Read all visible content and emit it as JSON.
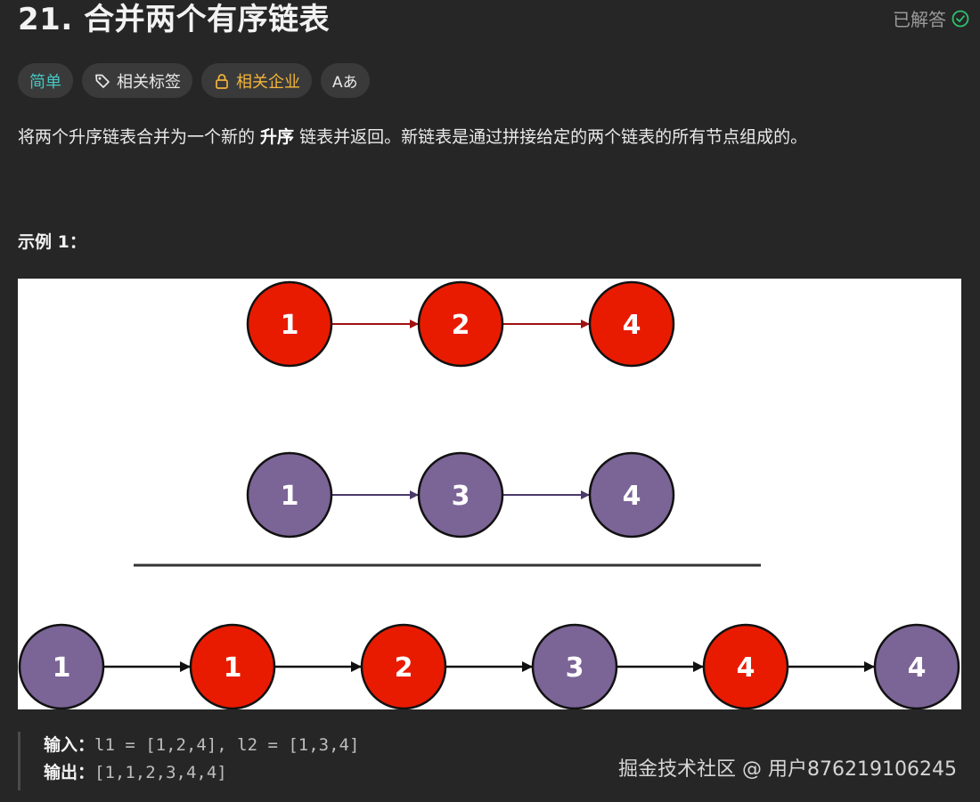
{
  "problem": {
    "title": "21. 合并两个有序链表",
    "status": "已解答",
    "tags": {
      "difficulty": "简单",
      "topics": "相关标签",
      "companies": "相关企业",
      "font_toggle": "Aあ"
    },
    "description": {
      "before": "将两个升序链表合并为一个新的 ",
      "bold": "升序",
      "after": " 链表并返回。新链表是通过拼接给定的两个链表的所有节点组成的。"
    },
    "example_title": "示例 1：",
    "figure": {
      "list1": [
        "1",
        "2",
        "4"
      ],
      "list2": [
        "1",
        "3",
        "4"
      ],
      "merged": [
        "1",
        "1",
        "2",
        "3",
        "4",
        "4"
      ],
      "merged_colors": [
        "purple",
        "red",
        "red",
        "purple",
        "red",
        "purple"
      ],
      "colors": {
        "red": "#e81b00",
        "purple": "#7b6496",
        "red_arrow": "#a01010",
        "purple_arrow": "#4a3a6a",
        "merged_arrow": "#111111"
      }
    },
    "io": {
      "input_label": "输入：",
      "input_value": "l1 = [1,2,4], l2 = [1,3,4]",
      "output_label": "输出：",
      "output_value": "[1,1,2,3,4,4]"
    }
  },
  "watermark": "掘金技术社区 @ 用户876219106245",
  "colors": {
    "background": "#262626",
    "tag_background": "#3a3a3a",
    "easy": "#46c6c2",
    "company": "#f3b43a",
    "solved_check": "#2ec26e"
  }
}
